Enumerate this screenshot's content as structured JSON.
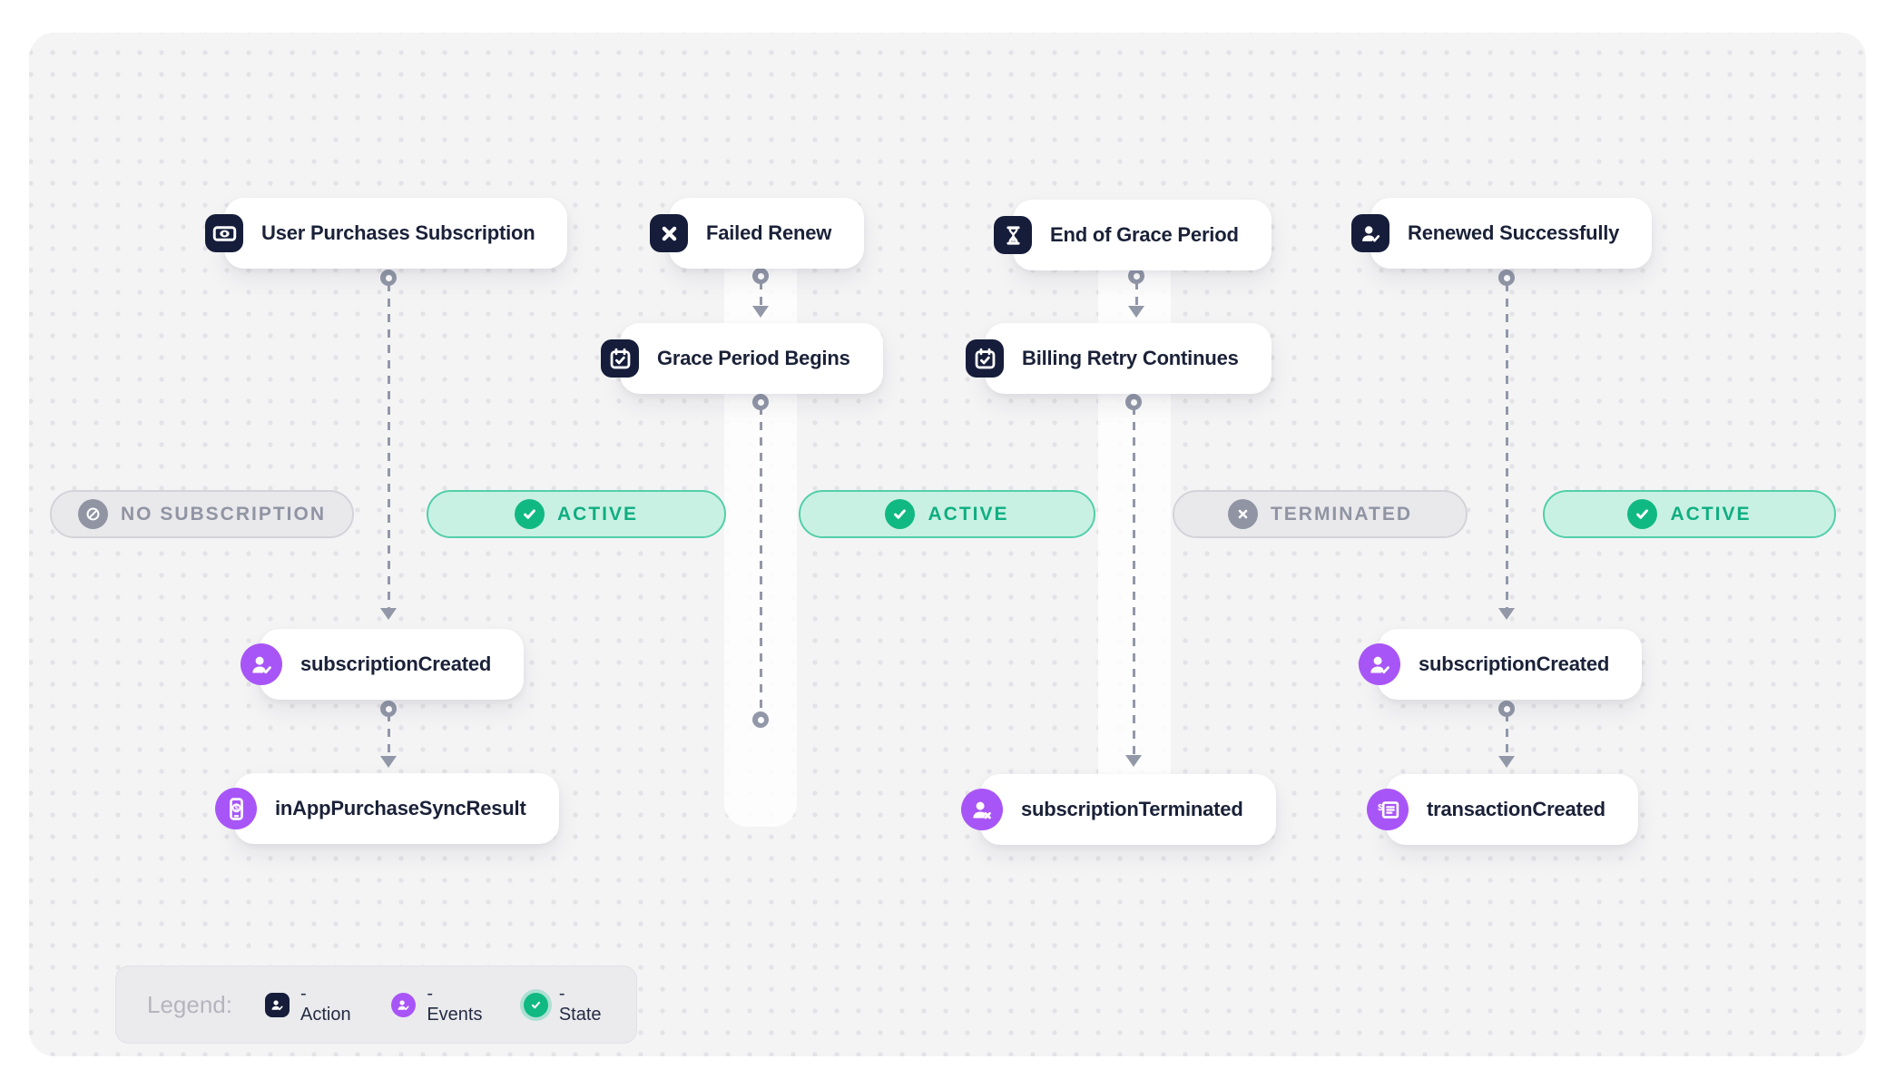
{
  "diagram": {
    "actions": [
      {
        "label": "User Purchases Subscription",
        "icon": "cash-icon"
      },
      {
        "label": "Failed Renew",
        "icon": "x-icon"
      },
      {
        "label": "End of Grace Period",
        "icon": "hourglass-icon"
      },
      {
        "label": "Renewed Successfully",
        "icon": "person-check-icon"
      },
      {
        "label": "Grace Period Begins",
        "icon": "calendar-check-icon"
      },
      {
        "label": "Billing Retry Continues",
        "icon": "calendar-check-icon"
      }
    ],
    "events": [
      {
        "label": "subscriptionCreated",
        "icon": "person-check-icon"
      },
      {
        "label": "inAppPurchaseSyncResult",
        "icon": "phone-dollar-icon"
      },
      {
        "label": "subscriptionTerminated",
        "icon": "person-x-icon"
      },
      {
        "label": "subscriptionCreated",
        "icon": "person-check-icon"
      },
      {
        "label": "transactionCreated",
        "icon": "receipt-icon"
      }
    ],
    "states": [
      {
        "label": "NO SUBSCRIPTION",
        "status": "inactive",
        "icon": "slash-circle-icon"
      },
      {
        "label": "ACTIVE",
        "status": "active",
        "icon": "check-icon"
      },
      {
        "label": "ACTIVE",
        "status": "active",
        "icon": "check-icon"
      },
      {
        "label": "TERMINATED",
        "status": "inactive",
        "icon": "x-circle-icon"
      },
      {
        "label": "ACTIVE",
        "status": "active",
        "icon": "check-icon"
      }
    ]
  },
  "legend": {
    "title": "Legend:",
    "items": [
      {
        "label": "- Action",
        "type": "action"
      },
      {
        "label": "- Events",
        "type": "events"
      },
      {
        "label": "- State",
        "type": "state"
      }
    ]
  },
  "colors": {
    "navy": "#161d3a",
    "purple": "#a855f7",
    "green": "#10b981",
    "mint_bg": "#c9f1e3",
    "mint_border": "#52cfa8",
    "green_text": "#0fae81",
    "gray_bg": "#e9e9ec",
    "gray_border": "#d3d3da",
    "gray_text": "#9094a3",
    "connector": "#9298a8",
    "panel": "#f4f4f5",
    "card_text": "#1a2138"
  }
}
